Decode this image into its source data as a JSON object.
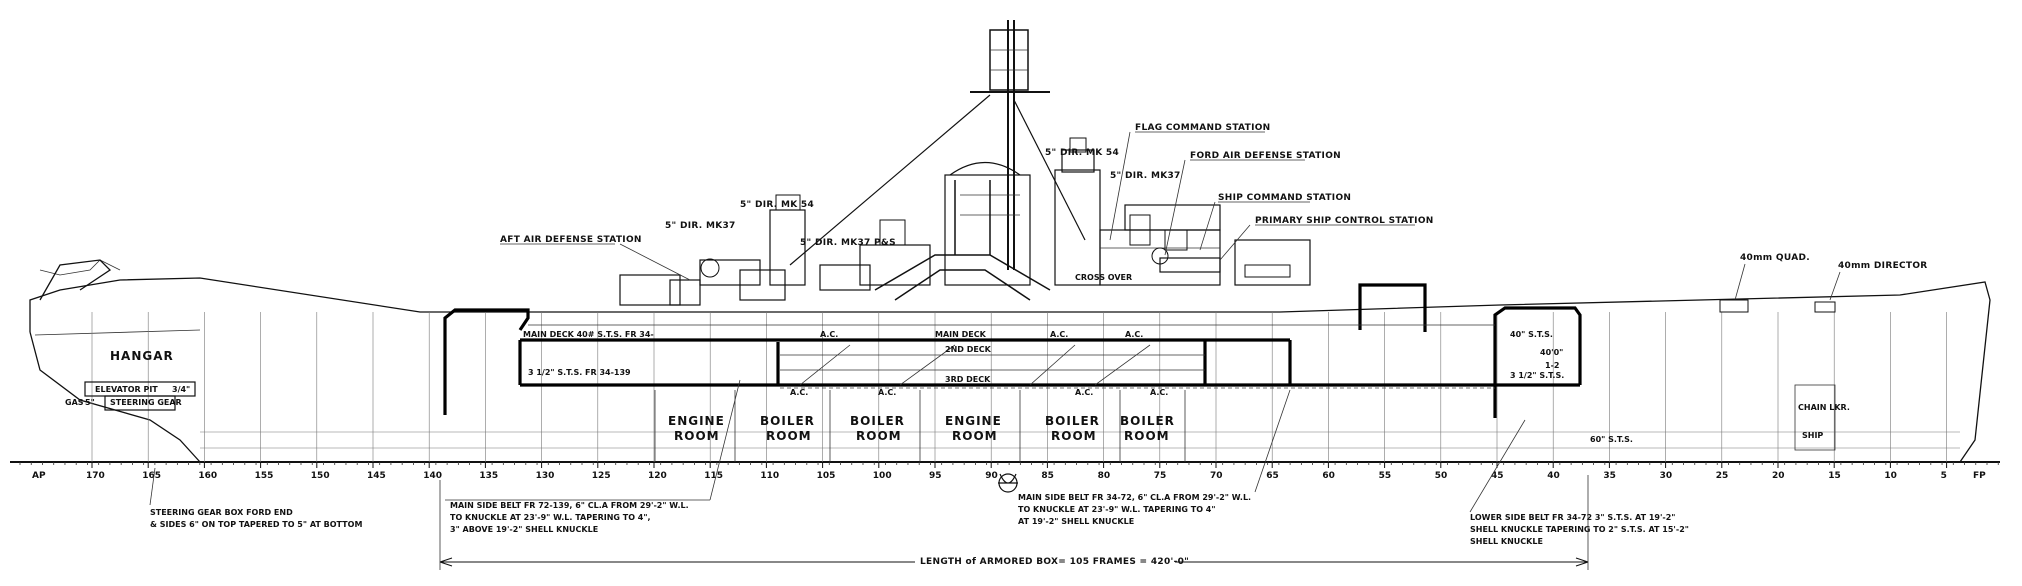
{
  "labels": {
    "flag_command_station": "FLAG COMMAND STATION",
    "fwd_air_defense_station": "FORD AIR DEFENSE STATION",
    "ship_command_station": "SHIP COMMAND STATION",
    "primary_ship_control_station": "PRIMARY SHIP CONTROL STATION",
    "aft_air_defense_station": "AFT AIR DEFENSE STATION",
    "dir_mk54_fwd": "5\" DIR. MK 54",
    "dir_mk37_fwd": "5\" DIR. MK37",
    "dir_mk54_aft": "5\" DIR. MK 54",
    "dir_mk37_aft": "5\" DIR. MK37",
    "dir_mk37_ps": "5\" DIR. MK37 P&S",
    "quad_40mm": "40mm QUAD.",
    "director_40mm": "40mm DIRECTOR",
    "hangar": "HANGAR",
    "elevator_pit": "ELEVATOR PIT",
    "elevator_pit_val": "3/4\"",
    "steering_gear": "STEERING GEAR",
    "gas": "GAS",
    "gas_val": "5\"",
    "main_deck": "MAIN DECK",
    "main_deck_ann": "MAIN DECK 40# S.T.S. FR 34-",
    "second_deck": "2ND DECK",
    "third_deck": "3RD DECK",
    "sts_aft": "3 1/2\" S.T.S. FR 34-139",
    "sts_fwd": "40\" S.T.S.",
    "sts_fwd2": "3 1/2\" S.T.S.",
    "sts_bow": "60\" S.T.S.",
    "engine_room_1a": "ENGINE",
    "engine_room_1b": "ROOM",
    "boiler_room_1a": "BOILER",
    "boiler_room_1b": "ROOM",
    "boiler_room_2a": "BOILER",
    "boiler_room_2b": "ROOM",
    "engine_room_2a": "ENGINE",
    "engine_room_2b": "ROOM",
    "boiler_room_3a": "BOILER",
    "boiler_room_3b": "ROOM",
    "boiler_room_4a": "BOILER",
    "boiler_room_4b": "ROOM",
    "chain_locker": "CHAIN LKR.",
    "chain_locker_sub": "SHIP",
    "cross_over": "CROSS OVER",
    "ac": "A.C.",
    "ap": "AP",
    "fp": "FP",
    "dim_40": "40'0\"",
    "dim_12": "1-2"
  },
  "frames": [
    "170",
    "165",
    "160",
    "155",
    "150",
    "145",
    "140",
    "135",
    "130",
    "125",
    "120",
    "115",
    "110",
    "105",
    "100",
    "95",
    "90",
    "85",
    "80",
    "75",
    "70",
    "65",
    "60",
    "55",
    "50",
    "45",
    "40",
    "35",
    "30",
    "25",
    "20",
    "15",
    "10",
    "5"
  ],
  "notes": {
    "steering_note_1": "STEERING GEAR BOX FORD END",
    "steering_note_2": "& SIDES 6\" ON TOP TAPERED TO 5\" AT BOTTOM",
    "main_belt_aft_1": "MAIN SIDE BELT FR 72-139, 6\" CL.A FROM 29'-2\" W.L.",
    "main_belt_aft_2": "TO KNUCKLE AT 23'-9\" W.L. TAPERING TO 4\",",
    "main_belt_aft_3": "3\" ABOVE 19'-2\" SHELL KNUCKLE",
    "main_belt_fwd_1": "MAIN SIDE BELT FR 34-72, 6\" CL.A FROM 29'-2\" W.L.",
    "main_belt_fwd_2": "TO KNUCKLE AT 23'-9\" W.L. TAPERING TO 4\"",
    "main_belt_fwd_3": "AT 19'-2\" SHELL KNUCKLE",
    "lower_belt_1": "LOWER SIDE BELT FR 34-72 3\" S.T.S. AT 19'-2\"",
    "lower_belt_2": "SHELL KNUCKLE TAPERING TO 2\" S.T.S. AT 15'-2\"",
    "lower_belt_3": "SHELL KNUCKLE",
    "armored_box": "LENGTH of ARMORED BOX= 105 FRAMES = 420'-0\""
  }
}
